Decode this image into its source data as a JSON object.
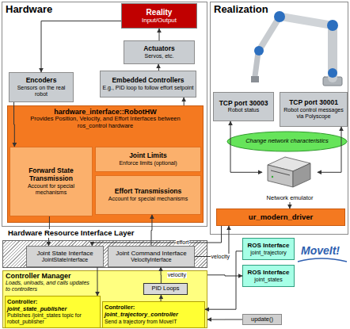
{
  "diagram": {
    "nodes": [
      {
        "text": [
          "Hardware"
        ]
      },
      {
        "text": [
          "Reality",
          "Input/Output"
        ],
        "in": 0
      },
      {
        "text": [
          "Actuators",
          "Servos, etc."
        ],
        "in": 0
      },
      {
        "text": [
          "Encoders",
          "Sensors on the real robot"
        ],
        "in": 0
      },
      {
        "text": [
          "Embedded Controllers",
          "E.g., PID loop to follow effort setpoint"
        ],
        "in": 0
      },
      {
        "text": [
          "hardware_interface::RobotHW",
          "Provides Position, Velocity, and Effort Interfaces between ros_control hardware"
        ],
        "in": 0
      },
      {
        "text": [
          "Forward State Transmission",
          "Account for special mechanisms"
        ],
        "in": 5
      },
      {
        "text": [
          "Joint Limits",
          "Enforce limits (optional)"
        ],
        "in": 5
      },
      {
        "text": [
          "Effort Transmissions",
          "Account for special mechanisms"
        ],
        "in": 5
      },
      {
        "text": [
          "Realization"
        ]
      },
      {
        "text": [
          "TCP port 30003",
          "Robot status"
        ],
        "in": 9
      },
      {
        "text": [
          "TCP port 30001",
          "Robot control messages via Polyscope"
        ],
        "in": 9
      },
      {
        "text": [
          "Change network characteristics"
        ],
        "in": 9
      },
      {
        "text": [
          "Network emulator"
        ],
        "in": 9
      },
      {
        "text": [
          "ur_modern_driver"
        ],
        "in": 9
      },
      {
        "text": [
          "Hardware Resource Interface Layer"
        ]
      },
      {
        "text": [
          "Joint State Interface",
          "JointStateInterface"
        ],
        "in": 15
      },
      {
        "text": [
          "Joint Command Interface",
          "VelocityInterface"
        ],
        "in": 15
      },
      {
        "text": [
          "Controller Manager",
          "Loads, unloads, and calls updates to controllers"
        ]
      },
      {
        "text": [
          "Controller:",
          "joint_state_publisher",
          "Publishes /joint_states topic for robot_publisher"
        ],
        "in": 18
      },
      {
        "text": [
          "PID Loops"
        ],
        "in": 18
      },
      {
        "text": [
          "Controller:",
          "joint_trajectory_controller",
          "Send a trajectory from MoveIT"
        ],
        "in": 18
      },
      {
        "text": [
          "ROS Interface",
          "joint_trajectory"
        ]
      },
      {
        "text": [
          "ROS Interface",
          "joint_states"
        ]
      },
      {
        "text": [
          "update()"
        ]
      }
    ],
    "edges": [
      {
        "from": 1,
        "to": 3,
        "arrow": "to"
      },
      {
        "from": 2,
        "to": 1,
        "arrow": "to"
      },
      {
        "from": 4,
        "to": 2,
        "arrow": "to"
      },
      {
        "from": 3,
        "to": 6,
        "arrow": "to"
      },
      {
        "from": 5,
        "to": 4,
        "arrow": "to"
      },
      {
        "from": 6,
        "to": 16,
        "arrow": "to"
      },
      {
        "from": 17,
        "to": 8,
        "arrow": "to"
      },
      {
        "from": 10,
        "to": 13,
        "arrow": "both"
      },
      {
        "from": 11,
        "to": 13,
        "arrow": "both"
      },
      {
        "from": 13,
        "to": 14,
        "arrow": "to"
      },
      {
        "from": 14,
        "to": 16,
        "label": "effort",
        "arrow": "to"
      },
      {
        "from": 17,
        "to": 14,
        "label": "velocity",
        "arrow": "to"
      },
      {
        "from": 20,
        "to": 17,
        "label": "velocity",
        "arrow": "to"
      },
      {
        "from": 21,
        "to": 20,
        "arrow": "to"
      },
      {
        "from": 22,
        "to": 21,
        "arrow": "to"
      },
      {
        "from": 18,
        "to": 23,
        "arrow": "to"
      },
      {
        "from": 24,
        "to": 18,
        "arrow": "to"
      },
      {
        "from": 16,
        "to": 19,
        "arrow": "to"
      }
    ],
    "labels": [
      "MoveIt!"
    ]
  }
}
